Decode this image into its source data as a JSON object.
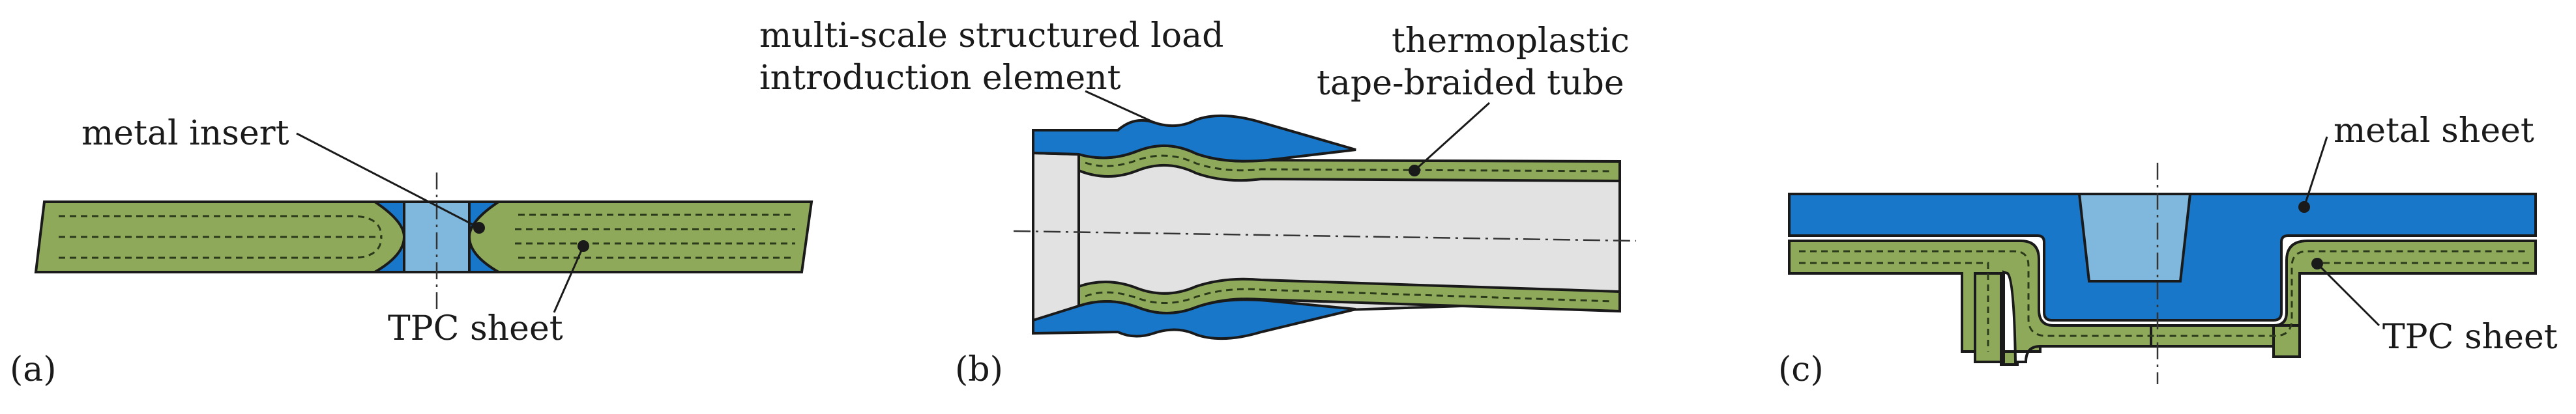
{
  "colors": {
    "tpc_green": "#8fa95b",
    "metal_blue": "#1877c9",
    "insert_light_blue": "#7fb7dd",
    "tube_gray": "#e2e2e2",
    "outline": "#1a1a1a"
  },
  "panel_a": {
    "label": "(a)",
    "metal_insert": "metal insert",
    "tpc_sheet": "TPC sheet"
  },
  "panel_b": {
    "label": "(b)",
    "element_line1": "multi-scale structured load",
    "element_line2": "introduction element",
    "tube_line1": "thermoplastic",
    "tube_line2": "tape-braided tube"
  },
  "panel_c": {
    "label": "(c)",
    "metal_sheet": "metal sheet",
    "tpc_sheet": "TPC sheet"
  }
}
